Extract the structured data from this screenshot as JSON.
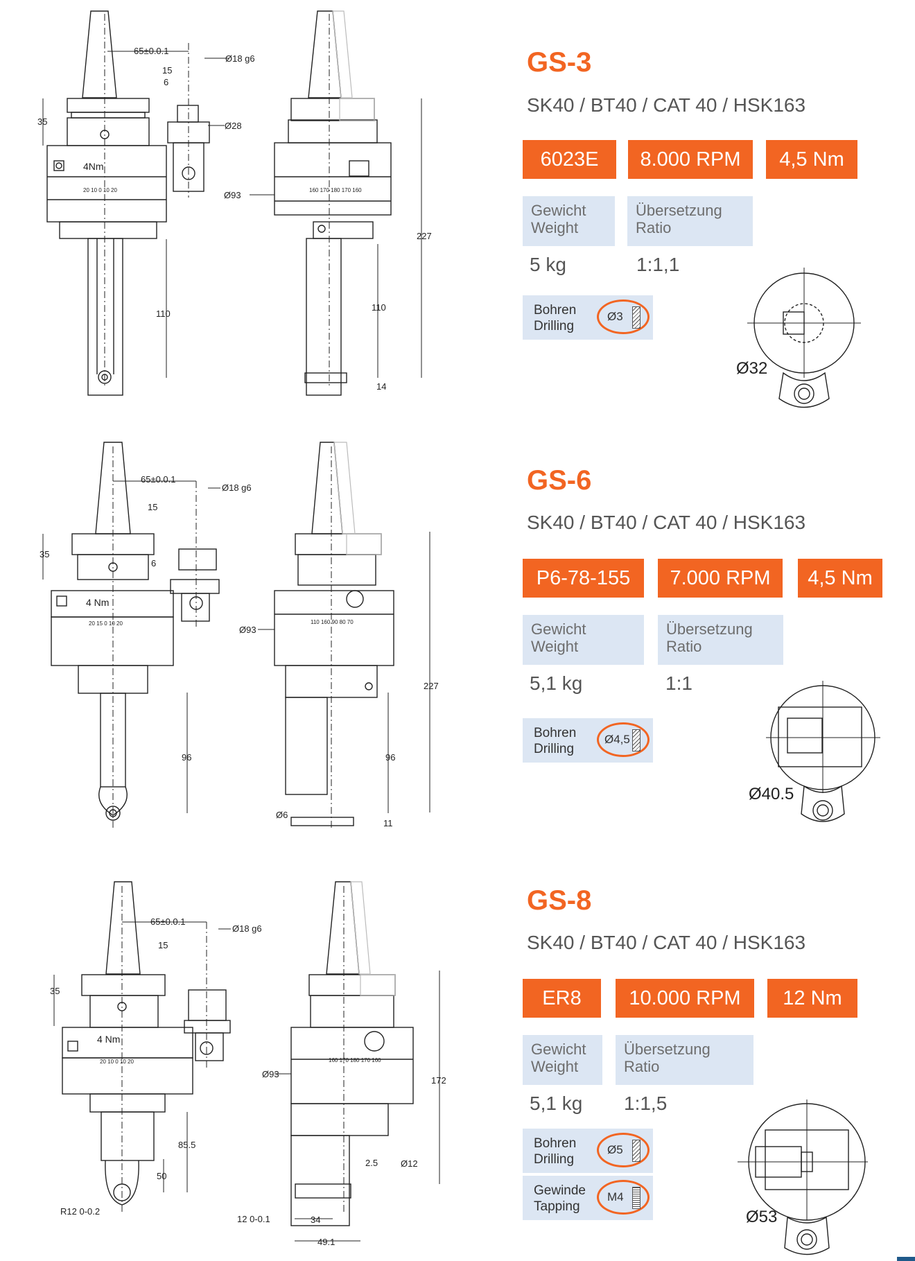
{
  "products": [
    {
      "title": "GS-3",
      "compat": "SK40 / BT40 / CAT 40 / HSK163",
      "tags": [
        "6023E",
        "8.000 RPM",
        "4,5 Nm"
      ],
      "weight_label": "Gewicht Weight",
      "weight_de": "Gewicht",
      "weight_en": "Weight",
      "ratio_de": "Übersetzung",
      "ratio_en": "Ratio",
      "weight": "5 kg",
      "ratio": "1:1,1",
      "tools": [
        {
          "de": "Bohren",
          "en": "Drilling",
          "size": "Ø3",
          "icon": "drill-icon"
        }
      ],
      "front_diameter": "Ø32",
      "dims": {
        "offset": "65±0.0.1",
        "shank": "Ø18 g6",
        "d15": "15",
        "d6": "6",
        "d35": "35",
        "d28": "Ø28",
        "torque": "4Nm",
        "scale_front": "20 10 0 10 20",
        "scale_side": "160 170 180 170 160",
        "d93": "Ø93",
        "len": "110",
        "side_len": "110",
        "total": "227",
        "d14": "14"
      }
    },
    {
      "title": "GS-6",
      "compat": "SK40 / BT40 / CAT 40 / HSK163",
      "tags": [
        "P6-78-155",
        "7.000 RPM",
        "4,5 Nm"
      ],
      "weight_de": "Gewicht",
      "weight_en": "Weight",
      "ratio_de": "Übersetzung",
      "ratio_en": "Ratio",
      "weight": "5,1 kg",
      "ratio": "1:1",
      "tools": [
        {
          "de": "Bohren",
          "en": "Drilling",
          "size": "Ø4,5",
          "icon": "drill-icon"
        }
      ],
      "front_diameter": "Ø40.5",
      "dims": {
        "offset": "65±0.0.1",
        "shank": "Ø18 g6",
        "d15": "15",
        "d6": "6",
        "d35": "35",
        "torque": "4 Nm",
        "scale_front": "20 15 0 10 20",
        "scale_side": "110 160 90 80 70",
        "d93": "Ø93",
        "len": "96",
        "side_len": "96",
        "total": "227",
        "d6b": "Ø6",
        "d11": "11"
      }
    },
    {
      "title": "GS-8",
      "compat": "SK40 / BT40 / CAT 40 / HSK163",
      "tags": [
        "ER8",
        "10.000 RPM",
        "12 Nm"
      ],
      "weight_de": "Gewicht",
      "weight_en": "Weight",
      "ratio_de": "Übersetzung",
      "ratio_en": "Ratio",
      "weight": "5,1 kg",
      "ratio": "1:1,5",
      "tools": [
        {
          "de": "Bohren",
          "en": "Drilling",
          "size": "Ø5",
          "icon": "drill-icon"
        },
        {
          "de": "Gewinde",
          "en": "Tapping",
          "size": "M4",
          "icon": "tap-icon"
        }
      ],
      "front_diameter": "Ø53",
      "dims": {
        "offset": "65±0.0.1",
        "shank": "Ø18 g6",
        "d15": "15",
        "d35": "35",
        "torque": "4 Nm",
        "scale_front": "20 10 0 10 20",
        "scale_side": "160 170 180 170 160",
        "d93": "Ø93",
        "len": "85.5",
        "len2": "50",
        "r12": "R12 0-0.2",
        "total": "172",
        "d25": "2.5",
        "d12": "Ø12",
        "d12b": "12 0-0.1",
        "d34": "34",
        "d491": "49.1"
      }
    }
  ],
  "colors": {
    "accent": "#f26522",
    "label_bg": "#dce6f3",
    "text": "#555555"
  }
}
